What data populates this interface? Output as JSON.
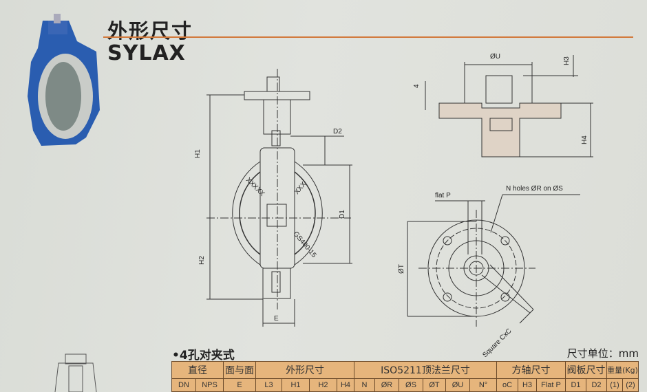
{
  "header": {
    "title": "外形尺寸",
    "subtitle": "SYLAX"
  },
  "drawing": {
    "main_labels": {
      "h1": "H1",
      "h2": "H2",
      "d1": "D1",
      "d2": "D2",
      "e": "E",
      "marking_left": "XXXXX",
      "marking_right": "XXX",
      "marking_bottom": "GS400-15"
    },
    "flange_labels": {
      "u": "ØU",
      "h3": "H3",
      "four": "4",
      "h4": "H4"
    },
    "top_view_labels": {
      "flat": "flat P",
      "holes": "N holes ØR on ØS",
      "t": "ØT",
      "square": "Square CxC"
    }
  },
  "section": {
    "title": "•4孔对夹式",
    "unit": "尺寸单位：mm"
  },
  "table": {
    "group_headers": [
      {
        "label": "直径",
        "span": 2
      },
      {
        "label": "面与面",
        "span": 1
      },
      {
        "label": "外形尺寸",
        "span": 4
      },
      {
        "label": "ISO5211顶法兰尺寸",
        "span": 6
      },
      {
        "label": "方轴尺寸",
        "span": 3
      },
      {
        "label": "阀板尺寸",
        "span": 2
      },
      {
        "label": "重量(Kg)",
        "span": 2
      }
    ],
    "columns": [
      "DN",
      "NPS",
      "E",
      "L3",
      "H1",
      "H2",
      "H4",
      "N",
      "ØR",
      "ØS",
      "ØT",
      "ØU",
      "N°",
      "oC",
      "H3",
      "Flat P",
      "D1",
      "D2",
      "(1)",
      "(2)"
    ]
  },
  "colors": {
    "accent_line": "#d2783a",
    "table_header": "#e6b57c",
    "valve_blue": "#2a5db0"
  }
}
